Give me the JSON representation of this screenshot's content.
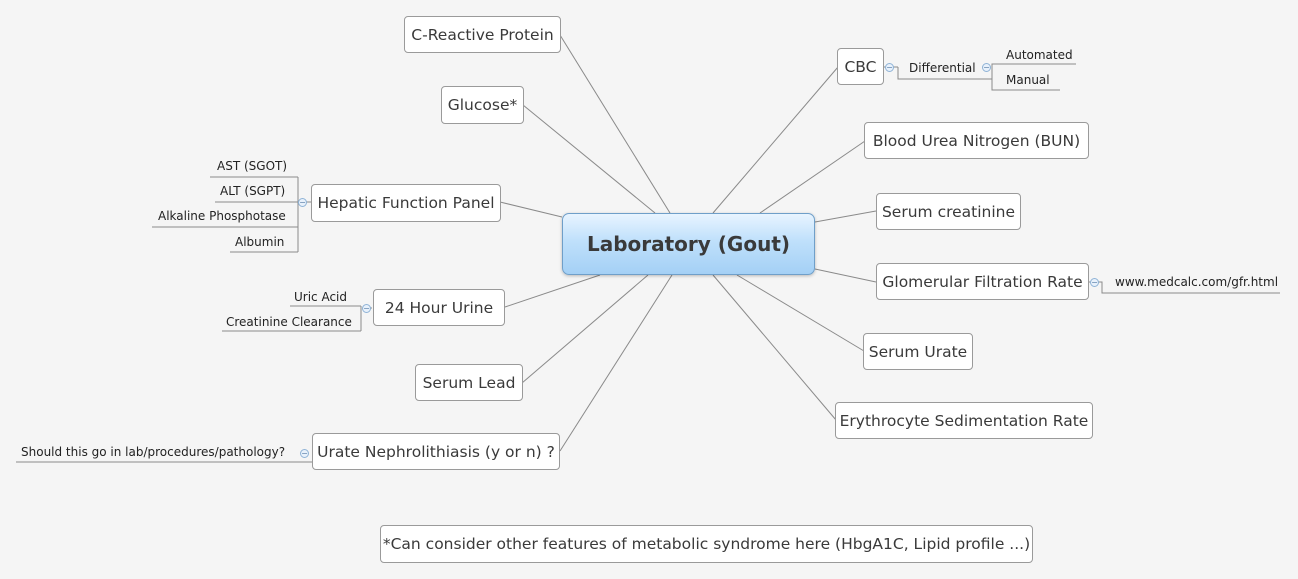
{
  "central": "Laboratory (Gout)",
  "topics": {
    "crp": "C-Reactive Protein",
    "glucose": "Glucose*",
    "hepatic": "Hepatic Function Panel",
    "urine24": "24 Hour Urine",
    "serum_lead": "Serum Lead",
    "nephro": "Urate Nephrolithiasis (y or n) ?",
    "cbc": "CBC",
    "bun": "Blood Urea Nitrogen (BUN)",
    "creatinine": "Serum creatinine",
    "gfr": "Glomerular Filtration Rate",
    "urate": "Serum Urate",
    "esr": "Erythrocyte Sedimentation Rate"
  },
  "subtopics": {
    "ast": "AST (SGOT)",
    "alt": "ALT (SGPT)",
    "alk_phos": "Alkaline Phosphotase",
    "albumin": "Albumin",
    "uric_acid": "Uric Acid",
    "creat_clearance": "Creatinine Clearance",
    "nephro_question": "Should this go in lab/procedures/pathology?",
    "differential": "Differential",
    "automated": "Automated",
    "manual": "Manual",
    "gfr_link": "www.medcalc.com/gfr.html"
  },
  "note": "*Can consider other features of metabolic syndrome here (HbgA1C, Lipid profile ...)",
  "colors": {
    "background": "#f5f5f5",
    "central_fill": "#a4d0f5",
    "central_border": "#6f9fc9",
    "line": "#8a8a8a",
    "toggle": "#8fb3d6"
  }
}
